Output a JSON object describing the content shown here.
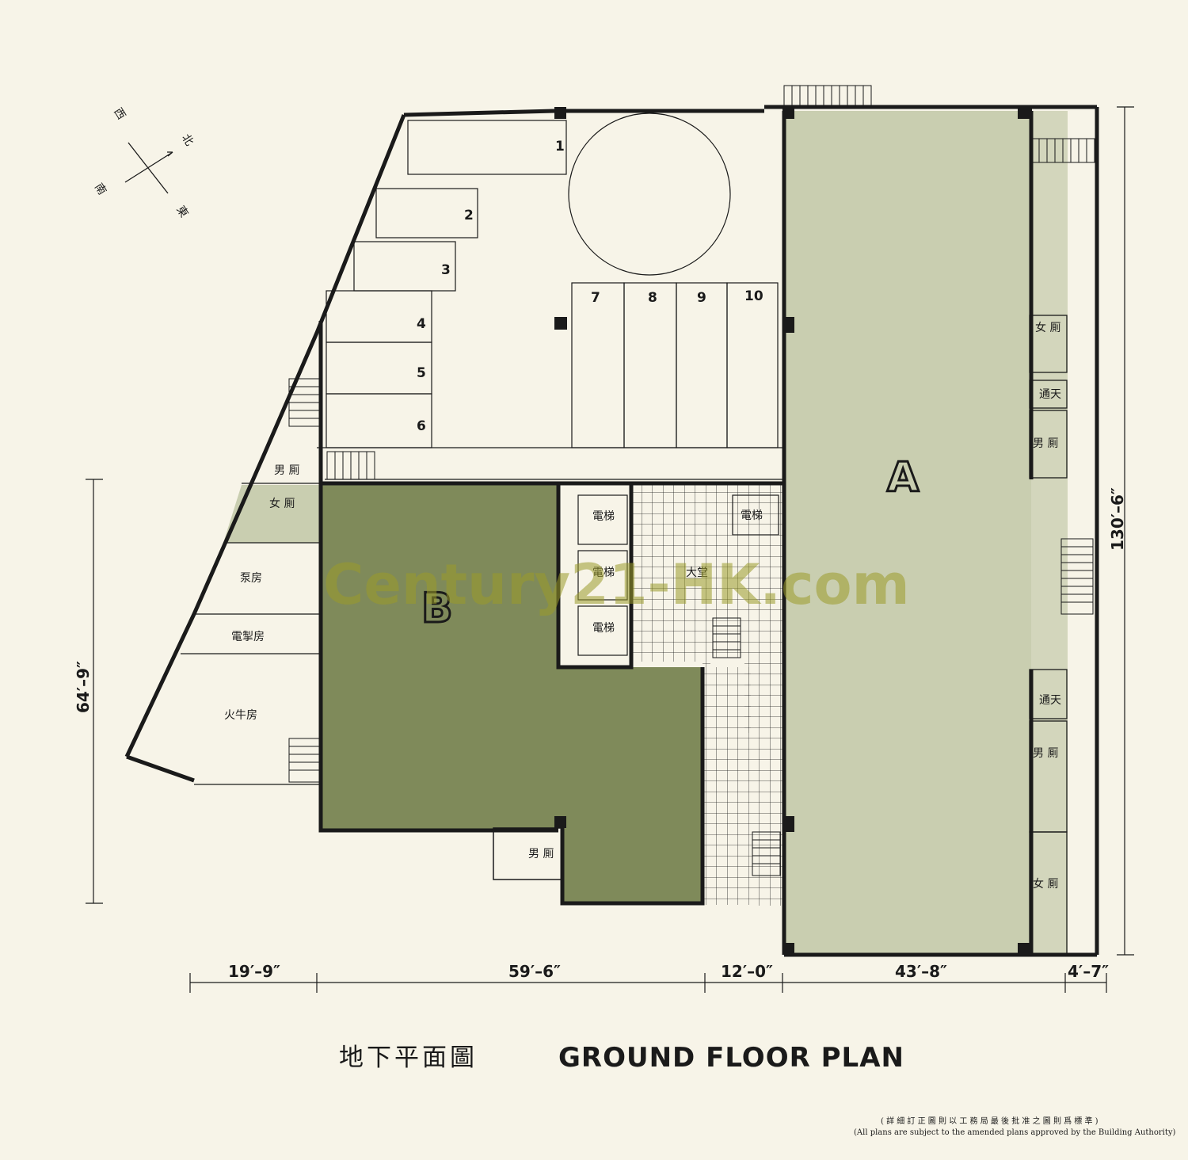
{
  "compass": {
    "north": "北",
    "west": "西",
    "south": "南",
    "east": "東"
  },
  "parking_spaces": [
    "1",
    "2",
    "3",
    "4",
    "5",
    "6",
    "7",
    "8",
    "9",
    "10"
  ],
  "units": {
    "unit_a": "A",
    "unit_b": "B"
  },
  "rooms": {
    "lift": "電梯",
    "lobby": "大堂",
    "gents": "男 厠",
    "ladies": "女 厠",
    "light_well": "通天",
    "pump_room": "泵房",
    "electrical_room": "電掣房",
    "transformer_room": "火牛房"
  },
  "dimensions": {
    "bottom": [
      "19′–9″",
      "59′–6″",
      "12′–0″",
      "43′–8″",
      "4′–7″"
    ],
    "left": "64′–9″",
    "right": "130′–6″"
  },
  "title": {
    "chinese": "地下平面圖",
    "english": "GROUND FLOOR PLAN"
  },
  "footnote": {
    "chinese": "( 詳 細 訂 正 圖 則 以 工 務 局 最 後 批 准 之 圖 則 爲 標 準 )",
    "english": "(All plans are subject  to the amended plans approved by the Building Authority)"
  },
  "watermark": "Century21-HK.com",
  "colors": {
    "unit_a": "#c9ceb0",
    "unit_b": "#7f8a5a",
    "paper": "#f7f4e8",
    "ink": "#1a1a1a"
  }
}
